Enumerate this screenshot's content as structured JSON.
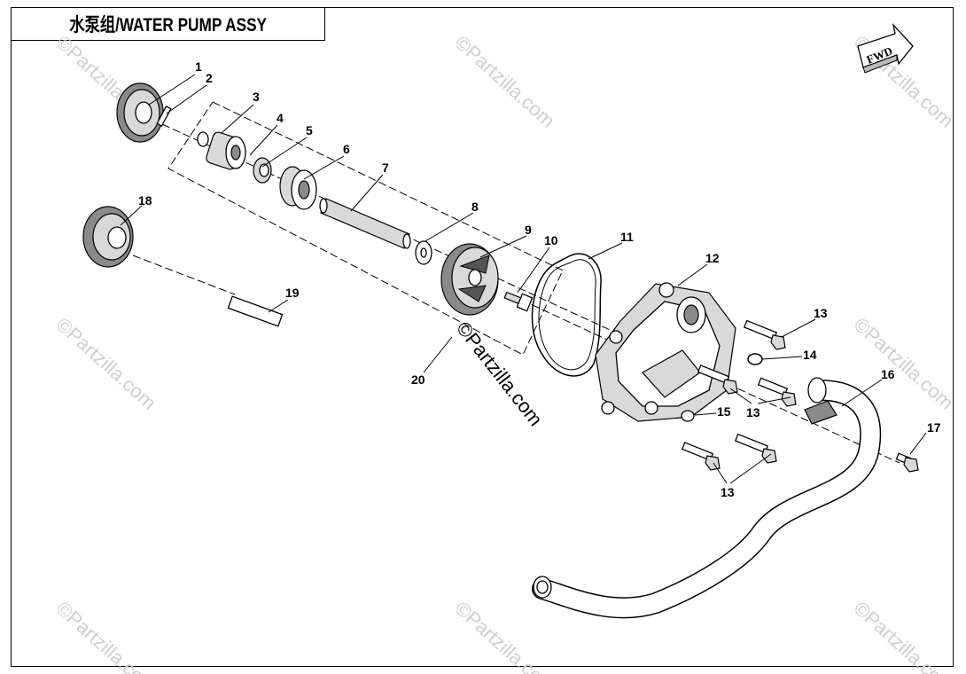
{
  "title": "水泵组/WATER PUMP ASSY",
  "fwd_label": "FWD",
  "watermark_text": "©Partzilla.com",
  "callouts": [
    "1",
    "2",
    "3",
    "4",
    "5",
    "6",
    "7",
    "8",
    "9",
    "10",
    "11",
    "12",
    "13",
    "14",
    "15",
    "13",
    "16",
    "17",
    "13",
    "18",
    "19",
    "20"
  ]
}
